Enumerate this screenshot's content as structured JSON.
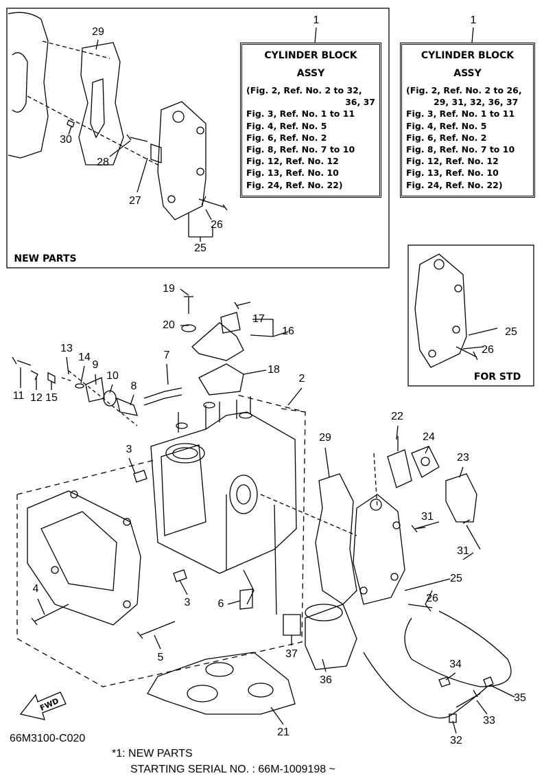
{
  "new_parts_panel": {
    "label": "NEW PARTS",
    "callouts": [
      "29",
      "30",
      "28",
      "27",
      "26",
      "25"
    ]
  },
  "assy_boxes": [
    {
      "ref": "1",
      "title1": "CYLINDER BLOCK",
      "title2": "ASSY",
      "lines": [
        "(Fig. 2, Ref. No. 2 to 32,",
        "36, 37",
        "Fig. 3, Ref. No. 1 to 11",
        "Fig. 4, Ref. No. 5",
        "Fig. 6, Ref. No. 2",
        "Fig. 8, Ref. No. 7 to 10",
        "Fig. 12, Ref. No. 12",
        "Fig. 13, Ref. No. 10",
        "Fig. 24, Ref. No. 22)"
      ]
    },
    {
      "ref": "1",
      "title1": "CYLINDER BLOCK",
      "title2": "ASSY",
      "lines": [
        "(Fig. 2, Ref. No. 2 to 26,",
        "29, 31, 32, 36, 37",
        "Fig. 3, Ref. No. 1 to 11",
        "Fig. 4, Ref. No. 5",
        "Fig. 6, Ref. No. 2",
        "Fig. 8, Ref. No. 7 to 10",
        "Fig. 12, Ref. No. 12",
        "Fig. 13, Ref. No. 10",
        "Fig. 24, Ref. No. 22)"
      ]
    }
  ],
  "std_panel": {
    "label": "FOR STD",
    "callouts": [
      "25",
      "26"
    ]
  },
  "main_callouts": [
    "19",
    "20",
    "17",
    "16",
    "7",
    "18",
    "2",
    "13",
    "14",
    "9",
    "10",
    "8",
    "11",
    "12",
    "15",
    "3",
    "3",
    "6",
    "4",
    "5",
    "37",
    "36",
    "22",
    "24",
    "23",
    "29",
    "31",
    "31",
    "25",
    "26",
    "34",
    "35",
    "33",
    "32",
    "21"
  ],
  "fwd_arrow": "FWD",
  "diagram_code": "66M3100-C020",
  "footnote": {
    "line1": "*1: NEW PARTS",
    "line2": "STARTING SERIAL NO. : 66M-1009198 ~"
  }
}
